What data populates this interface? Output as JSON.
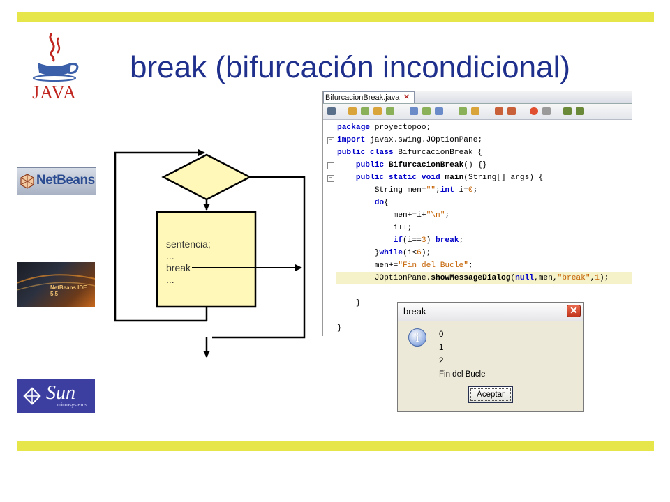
{
  "slide": {
    "title": "break (bifurcación incondicional)",
    "accent_color": "#e6e64a",
    "title_color": "#1f2f8c"
  },
  "logos": {
    "java": "JAVA",
    "netbeans": "NetBeans",
    "netbeans_ide": "NetBeans IDE 5.5",
    "sun": "Sun",
    "sun_sub": "microsystems"
  },
  "flowchart": {
    "lines": [
      "sentencia;",
      "...",
      "break",
      "..."
    ]
  },
  "ide": {
    "tab_label": "BifurcacionBreak.java",
    "code": [
      [
        {
          "t": "package",
          "c": "kw"
        },
        {
          "t": " proyectopoo;"
        }
      ],
      [
        {
          "t": "import",
          "c": "kw"
        },
        {
          "t": " javax.swing.JOptionPane;"
        }
      ],
      [
        {
          "t": "public class",
          "c": "kw"
        },
        {
          "t": " BifurcacionBreak {"
        }
      ],
      [
        {
          "t": "    "
        },
        {
          "t": "public",
          "c": "kw"
        },
        {
          "t": " "
        },
        {
          "t": "BifurcacionBreak",
          "c": "bold"
        },
        {
          "t": "() {}"
        }
      ],
      [
        {
          "t": "    "
        },
        {
          "t": "public static void",
          "c": "kw"
        },
        {
          "t": " "
        },
        {
          "t": "main",
          "c": "bold"
        },
        {
          "t": "(String[] args) {"
        }
      ],
      [
        {
          "t": "        String men="
        },
        {
          "t": "\"\"",
          "c": "str"
        },
        {
          "t": ";"
        },
        {
          "t": "int",
          "c": "kw"
        },
        {
          "t": " i="
        },
        {
          "t": "0",
          "c": "num"
        },
        {
          "t": ";"
        }
      ],
      [
        {
          "t": "        "
        },
        {
          "t": "do",
          "c": "kw"
        },
        {
          "t": "{"
        }
      ],
      [
        {
          "t": "            men+=i+"
        },
        {
          "t": "\"\\n\"",
          "c": "str"
        },
        {
          "t": ";"
        }
      ],
      [
        {
          "t": "            i++;"
        }
      ],
      [
        {
          "t": "            "
        },
        {
          "t": "if",
          "c": "kw"
        },
        {
          "t": "(i=="
        },
        {
          "t": "3",
          "c": "num"
        },
        {
          "t": ") "
        },
        {
          "t": "break",
          "c": "kw"
        },
        {
          "t": ";"
        }
      ],
      [
        {
          "t": "        }"
        },
        {
          "t": "while",
          "c": "kw"
        },
        {
          "t": "(i<"
        },
        {
          "t": "6",
          "c": "num"
        },
        {
          "t": ");"
        }
      ],
      [
        {
          "t": "        men+="
        },
        {
          "t": "\"Fin del Bucle\"",
          "c": "str"
        },
        {
          "t": ";"
        }
      ],
      [
        {
          "t": "        JOptionPane."
        },
        {
          "t": "showMessageDialog",
          "c": "bold"
        },
        {
          "t": "("
        },
        {
          "t": "null",
          "c": "kw"
        },
        {
          "t": ",men,"
        },
        {
          "t": "\"break\"",
          "c": "str"
        },
        {
          "t": ","
        },
        {
          "t": "1",
          "c": "num"
        },
        {
          "t": ");"
        }
      ],
      [
        {
          "t": ""
        }
      ],
      [
        {
          "t": "    }"
        }
      ],
      [
        {
          "t": ""
        }
      ],
      [
        {
          "t": "}"
        }
      ]
    ]
  },
  "dialog": {
    "title": "break",
    "close": "✕",
    "icon": "i",
    "lines": [
      "0",
      "1",
      "2",
      "Fin del Bucle"
    ],
    "button": "Aceptar"
  }
}
